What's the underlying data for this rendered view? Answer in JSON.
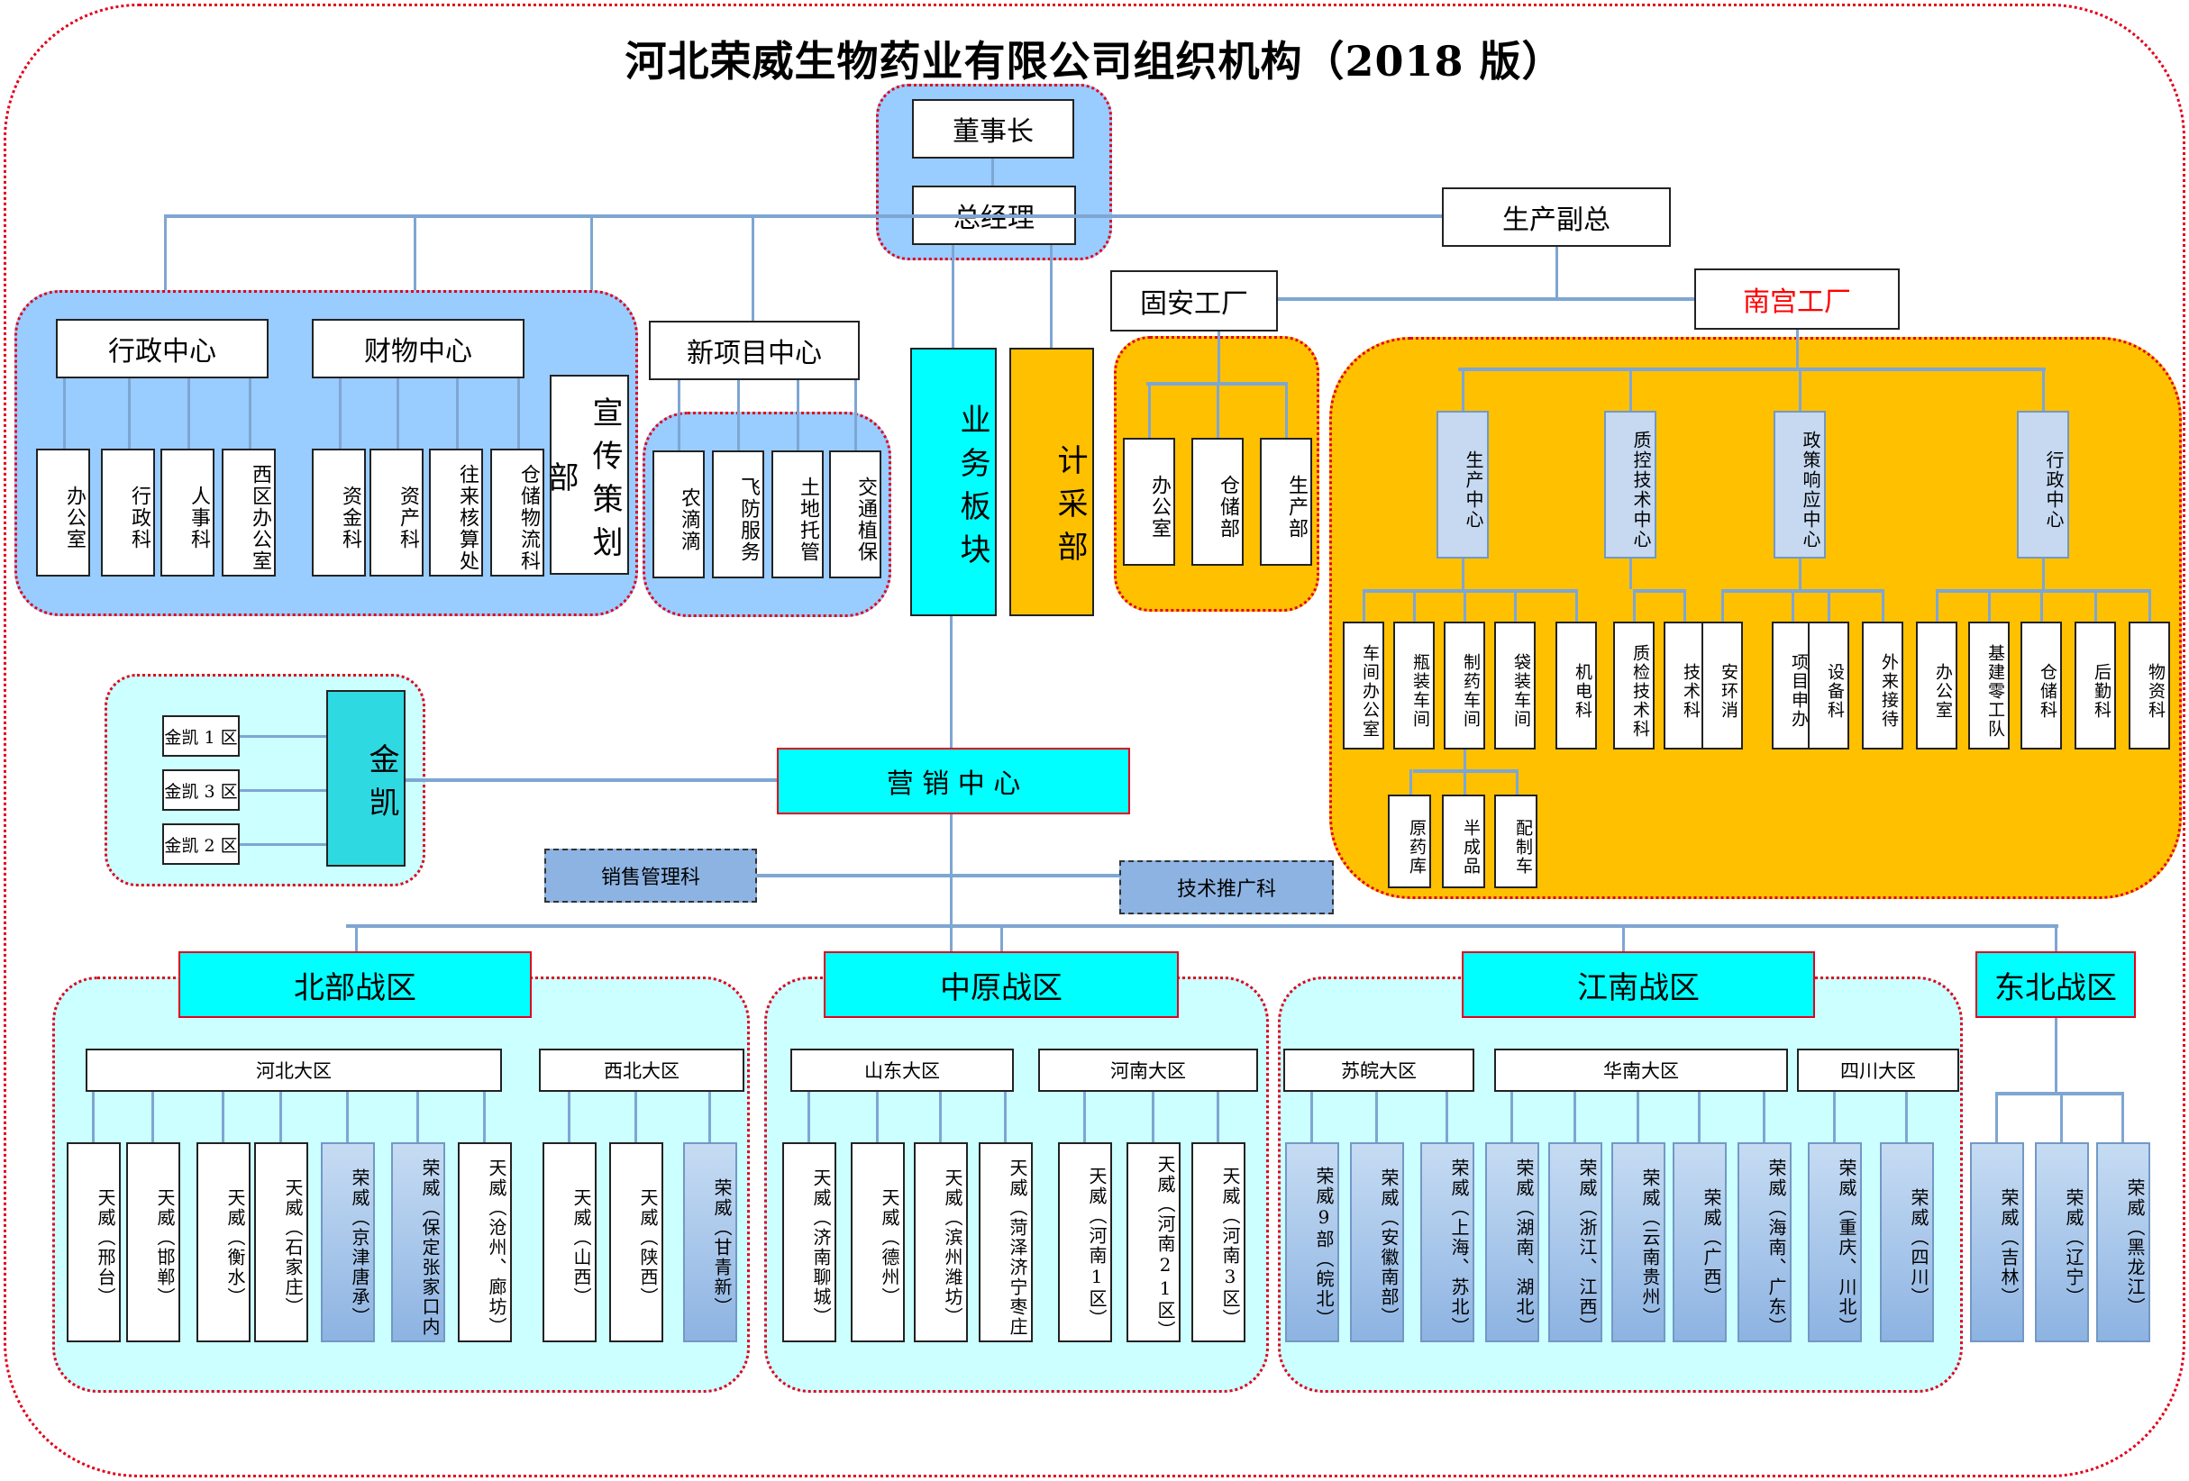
{
  "title": "河北荣威生物药业有限公司组织机构（2018 版）",
  "top": {
    "chairman": "董事长",
    "gm": "总经理",
    "production_vp": "生产副总"
  },
  "admin_center": {
    "label": "行政中心",
    "children": [
      "办公室",
      "行政科",
      "人事科",
      "西区办公室"
    ]
  },
  "finance_center": {
    "label": "财物中心",
    "children": [
      "资金科",
      "资产科",
      "往来核算处",
      "仓储物流科"
    ]
  },
  "publicity": "宣传策划部",
  "new_project_center": {
    "label": "新项目中心",
    "children": [
      "农滴滴",
      "飞防服务",
      "土地托管",
      "交通植保"
    ]
  },
  "business_block": "业务板块",
  "procurement": "计采部",
  "guan_factory": {
    "label": "固安工厂",
    "children": [
      "办公室",
      "仓储部",
      "生产部"
    ]
  },
  "nangong_factory": {
    "label": "南宫工厂",
    "label_color": "#ff0000",
    "centers": [
      {
        "label": "生产中心",
        "children": [
          "车间办公室",
          "瓶装车间",
          "制药车间",
          "袋装车间",
          "机电科"
        ]
      },
      {
        "label": "质控技术中心",
        "children": [
          "质检技术科",
          "技术科"
        ]
      },
      {
        "label": "政策响应中心",
        "children": [
          "安环消",
          "项目申办",
          "设备科",
          "外来接待"
        ]
      },
      {
        "label": "行政中心",
        "children": [
          "办公室",
          "基建零工队",
          "仓储科",
          "后勤科",
          "物资科"
        ]
      }
    ],
    "pharma_sub": [
      "原药库",
      "半成品",
      "配制车"
    ]
  },
  "jinkai": {
    "label": "金凯",
    "zones": [
      "金凯 1 区",
      "金凯 3 区",
      "金凯 2 区"
    ]
  },
  "marketing_center": "营 销 中 心",
  "sales_mgmt": "销售管理科",
  "tech_promo": "技术推广科",
  "regions": [
    {
      "label": "北部战区",
      "areas": [
        {
          "label": "河北大区",
          "units": [
            {
              "name": "天威（邢台）",
              "type": "tianwei"
            },
            {
              "name": "天威（邯郸）",
              "type": "tianwei"
            },
            {
              "name": "天威（衡水）",
              "type": "tianwei"
            },
            {
              "name": "天威（石家庄）",
              "type": "tianwei"
            },
            {
              "name": "荣威（京津唐承）",
              "type": "rongwei"
            },
            {
              "name": "荣威（保定张家口内",
              "type": "rongwei"
            },
            {
              "name": "天威（沧州、廊坊）",
              "type": "tianwei"
            }
          ]
        },
        {
          "label": "西北大区",
          "units": [
            {
              "name": "天威（山西）",
              "type": "tianwei"
            },
            {
              "name": "天威（陕西）",
              "type": "tianwei"
            },
            {
              "name": "荣威（甘青新）",
              "type": "rongwei"
            }
          ]
        }
      ]
    },
    {
      "label": "中原战区",
      "areas": [
        {
          "label": "山东大区",
          "units": [
            {
              "name": "天威（济南聊城）",
              "type": "tianwei"
            },
            {
              "name": "天威（德州）",
              "type": "tianwei"
            },
            {
              "name": "天威（滨州潍坊）",
              "type": "tianwei"
            },
            {
              "name": "天威（菏泽济宁枣庄",
              "type": "tianwei"
            }
          ]
        },
        {
          "label": "河南大区",
          "units": [
            {
              "name": "天威（河南1区）",
              "type": "tianwei"
            },
            {
              "name": "天威（河南21区）",
              "type": "tianwei"
            },
            {
              "name": "天威（河南3区）",
              "type": "tianwei"
            }
          ]
        }
      ]
    },
    {
      "label": "江南战区",
      "areas": [
        {
          "label": "苏皖大区",
          "units": [
            {
              "name": "荣威9部（皖北）",
              "type": "rongwei"
            },
            {
              "name": "荣威（安徽南部）",
              "type": "rongwei"
            },
            {
              "name": "荣威（上海、苏北）",
              "type": "rongwei"
            }
          ]
        },
        {
          "label": "华南大区",
          "units": [
            {
              "name": "荣威（湖南、湖北）",
              "type": "rongwei"
            },
            {
              "name": "荣威（浙江、江西）",
              "type": "rongwei"
            },
            {
              "name": "荣威（云南贵州）",
              "type": "rongwei"
            },
            {
              "name": "荣威（广西）",
              "type": "rongwei"
            },
            {
              "name": "荣威（海南、广东）",
              "type": "rongwei"
            }
          ]
        },
        {
          "label": "四川大区",
          "units": [
            {
              "name": "荣威（重庆、川北）",
              "type": "rongwei"
            },
            {
              "name": "荣威（四川）",
              "type": "rongwei"
            }
          ]
        }
      ]
    },
    {
      "label": "东北战区",
      "areas": [
        {
          "label": "",
          "units": [
            {
              "name": "荣威（吉林）",
              "type": "rongwei"
            },
            {
              "name": "荣威（辽宁）",
              "type": "rongwei"
            },
            {
              "name": "荣威（黑龙江）",
              "type": "rongwei"
            }
          ]
        }
      ]
    }
  ]
}
